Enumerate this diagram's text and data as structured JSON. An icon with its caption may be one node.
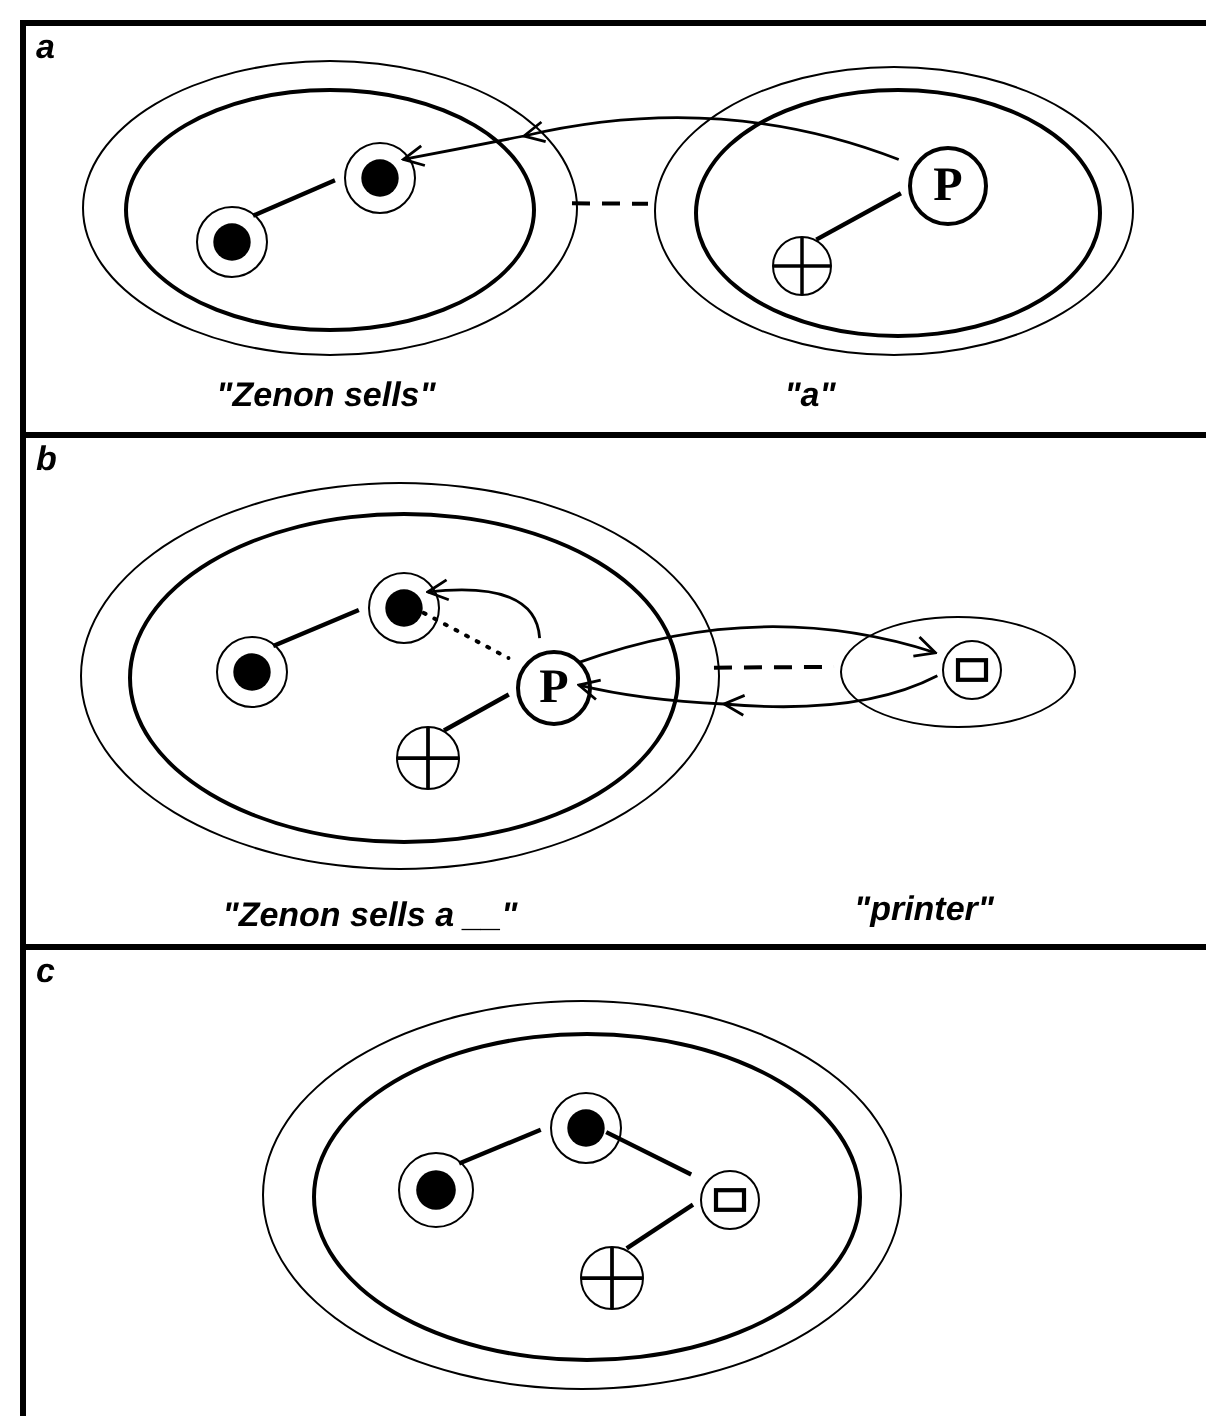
{
  "diagram": {
    "nodes": [
      {
        "text": [
          "a"
        ]
      },
      {
        "text": [],
        "shape": "ellipse",
        "in": 0,
        "beside": [
          "\"Zenon sells\""
        ]
      },
      {
        "text": [],
        "shape": "ellipse",
        "in": 1
      },
      {
        "text": [],
        "shape": "circle",
        "in": 2
      },
      {
        "text": [],
        "shape": "circle",
        "in": 2
      },
      {
        "text": [],
        "shape": "ellipse",
        "in": 0,
        "beside": [
          "\"a\""
        ]
      },
      {
        "text": [],
        "shape": "ellipse",
        "in": 5
      },
      {
        "text": [
          "P"
        ],
        "in": 6
      },
      {
        "text": [],
        "shape": "circle",
        "in": 6
      },
      {
        "text": [
          "b"
        ]
      },
      {
        "text": [],
        "shape": "ellipse",
        "in": 9,
        "beside": [
          "\"Zenon sells a __\""
        ]
      },
      {
        "text": [],
        "shape": "ellipse",
        "in": 10
      },
      {
        "text": [],
        "shape": "circle",
        "in": 11
      },
      {
        "text": [],
        "shape": "circle",
        "in": 11
      },
      {
        "text": [
          "P"
        ],
        "in": 11
      },
      {
        "text": [],
        "shape": "circle",
        "in": 11
      },
      {
        "text": [],
        "shape": "ellipse",
        "in": 9
      },
      {
        "text": [],
        "shape": "circle",
        "in": 16
      },
      {
        "text": [
          "c"
        ]
      },
      {
        "text": [],
        "shape": "ellipse",
        "in": 18
      },
      {
        "text": [],
        "shape": "ellipse",
        "in": 19
      },
      {
        "text": [],
        "shape": "circle",
        "in": 20
      },
      {
        "text": [],
        "shape": "circle",
        "in": 20
      },
      {
        "text": [],
        "shape": "circle",
        "in": 20
      },
      {
        "text": [],
        "shape": "circle",
        "in": 20
      }
    ],
    "edges": [
      {
        "from": 3,
        "to": 4,
        "arrow": "none"
      },
      {
        "from": 7,
        "to": 4,
        "arrow": "to"
      },
      {
        "from": 7,
        "to": 8,
        "arrow": "none"
      },
      {
        "from": 1,
        "to": 5,
        "arrow": "none",
        "style": "dashed"
      },
      {
        "from": 12,
        "to": 13,
        "arrow": "none"
      },
      {
        "from": 13,
        "to": 14,
        "arrow": "none",
        "style": "dashed"
      },
      {
        "from": 14,
        "to": 13,
        "arrow": "to"
      },
      {
        "from": 14,
        "to": 15,
        "arrow": "none"
      },
      {
        "from": 14,
        "to": 17,
        "arrow": "to"
      },
      {
        "from": 17,
        "to": 14,
        "arrow": "to"
      },
      {
        "from": 10,
        "to": 16,
        "arrow": "none",
        "style": "dashed"
      },
      {
        "from": 21,
        "to": 22,
        "arrow": "none"
      },
      {
        "from": 22,
        "to": 23,
        "arrow": "none"
      },
      {
        "from": 23,
        "to": 24,
        "arrow": "none"
      }
    ],
    "labels": [
      "\"printer\""
    ]
  }
}
